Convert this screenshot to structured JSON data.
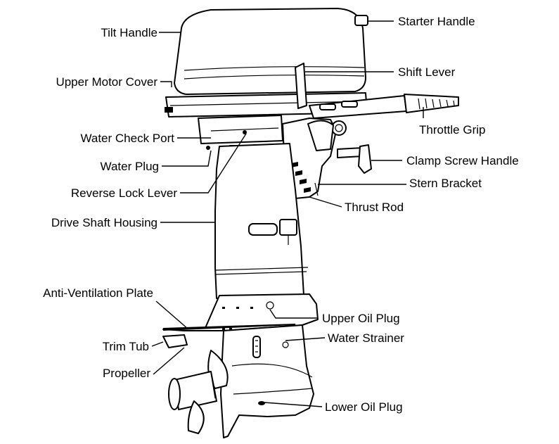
{
  "labels": {
    "tilt_handle": "Tilt Handle",
    "upper_motor_cover": "Upper Motor Cover",
    "water_check_port": "Water Check Port",
    "water_plug": "Water Plug",
    "reverse_lock_lever": "Reverse Lock Lever",
    "drive_shaft_housing": "Drive Shaft Housing",
    "anti_ventilation_plate": "Anti-Ventilation Plate",
    "trim_tub": "Trim Tub",
    "propeller": "Propeller",
    "starter_handle": "Starter Handle",
    "shift_lever": "Shift Lever",
    "throttle_grip": "Throttle Grip",
    "clamp_screw_handle": "Clamp Screw Handle",
    "stern_bracket": "Stern Bracket",
    "thrust_rod": "Thrust Rod",
    "upper_oil_plug": "Upper Oil Plug",
    "water_strainer": "Water Strainer",
    "lower_oil_plug": "Lower Oil Plug"
  }
}
